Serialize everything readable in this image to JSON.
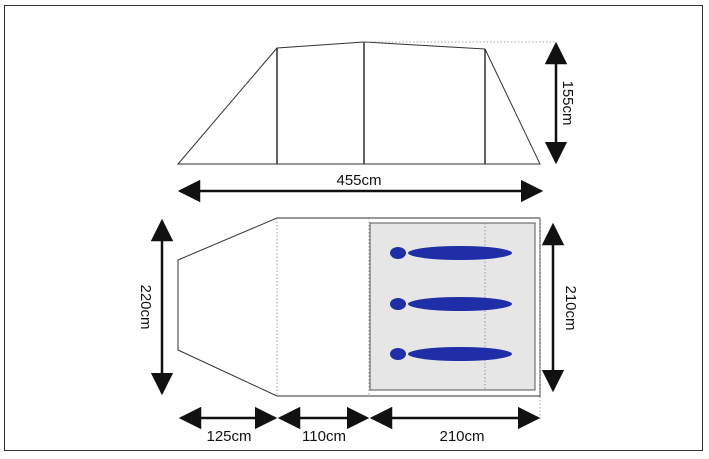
{
  "diagram": {
    "colors": {
      "frame": "#333333",
      "outline": "#333333",
      "inner_fill": "#e6e6e6",
      "sleeping_bag": "#1f2ea6",
      "arrow": "#111111"
    },
    "labels": {
      "height": "155cm",
      "length": "455cm",
      "width_total": "220cm",
      "width_inner": "210cm",
      "seg1": "125cm",
      "seg2": "110cm",
      "seg3": "210cm"
    },
    "sleeping_bag_count": 3
  }
}
